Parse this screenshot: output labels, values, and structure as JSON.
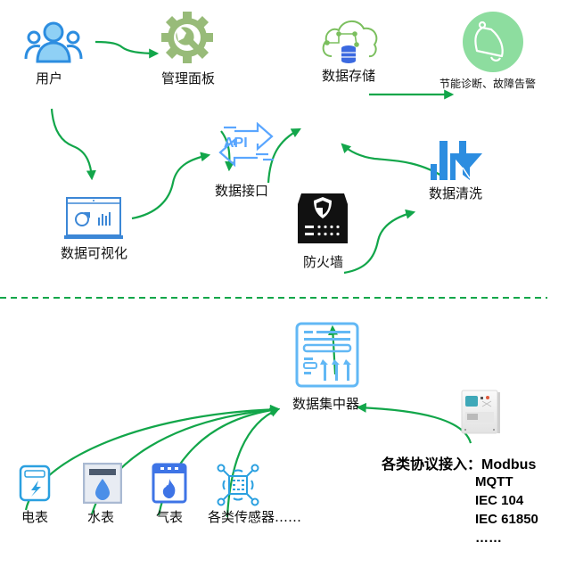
{
  "nodes": {
    "user": {
      "label": "用户",
      "icon": "users-icon"
    },
    "admin_panel": {
      "label": "管理面板",
      "icon": "gear-wrench-icon"
    },
    "data_storage": {
      "label": "数据存储",
      "icon": "cloud-database-icon"
    },
    "alarm": {
      "label": "节能诊断、故障告警",
      "icon": "bell-icon"
    },
    "visualization": {
      "label": "数据可视化",
      "icon": "laptop-chart-icon"
    },
    "api": {
      "label": "数据接口",
      "icon": "api-exchange-icon",
      "icon_text": "API"
    },
    "cleaning": {
      "label": "数据清洗",
      "icon": "bar-chart-filter-icon"
    },
    "firewall": {
      "label": "防火墙",
      "icon": "firewall-shield-icon"
    },
    "concentrator": {
      "label": "数据集中器",
      "icon": "concentrator-icon"
    },
    "electric_meter": {
      "label": "电表",
      "icon": "electric-meter-icon"
    },
    "water_meter": {
      "label": "水表",
      "icon": "water-meter-icon"
    },
    "gas_meter": {
      "label": "气表",
      "icon": "gas-meter-icon"
    },
    "sensors": {
      "label": "各类传感器……",
      "icon": "sensor-chip-icon"
    },
    "gateway": {
      "icon": "gateway-device-icon"
    }
  },
  "protocols": {
    "title": "各类协议接入：",
    "items": [
      "Modbus",
      "MQTT",
      "IEC 104",
      "IEC 61850",
      "……"
    ]
  },
  "colors": {
    "arrow": "#12a64a",
    "divider": "#12a64a",
    "blue": "#2c8de0",
    "light_blue": "#8fd0f5",
    "gear_green": "#98bb79",
    "bell_bg": "#8ddd9f",
    "cloud_green": "#7bbf5e",
    "api_blue": "#5aa6ff"
  }
}
